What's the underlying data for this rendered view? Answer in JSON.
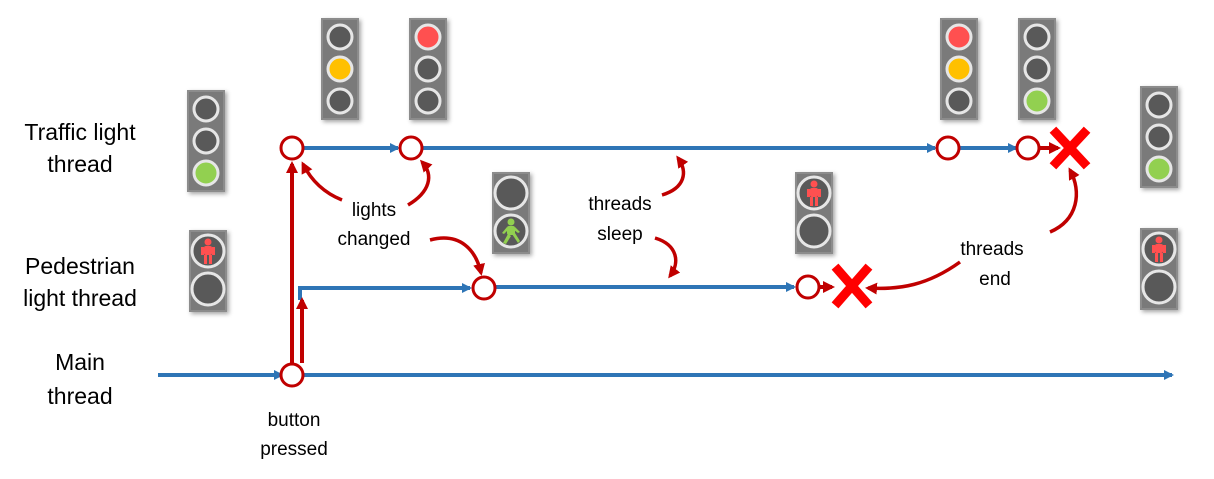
{
  "thread_labels": {
    "traffic": [
      "Traffic light",
      "thread"
    ],
    "pedestrian": [
      "Pedestrian",
      "light thread"
    ],
    "main": [
      "Main",
      "thread"
    ]
  },
  "annotations": {
    "button_pressed": [
      "button",
      "pressed"
    ],
    "lights_changed": [
      "lights",
      "changed"
    ],
    "threads_sleep": [
      "threads",
      "sleep"
    ],
    "threads_end": [
      "threads",
      "end"
    ]
  },
  "traffic_light_states": [
    {
      "lit": "green"
    },
    {
      "lit": "amber"
    },
    {
      "lit": "red"
    },
    {
      "lit": "red+amber"
    },
    {
      "lit": "green"
    },
    {
      "lit": "green"
    }
  ],
  "pedestrian_light_states": [
    {
      "lit": "red"
    },
    {
      "lit": "green"
    },
    {
      "lit": "red"
    },
    {
      "lit": "red"
    }
  ],
  "events": {
    "thread_ends": 2
  },
  "colors": {
    "timeline": "#2e75b6",
    "event": "#c00000",
    "end_cross": "#ff0000",
    "lamp_red": "#ff5050",
    "lamp_amber": "#ffc000",
    "lamp_green": "#92d050",
    "lamp_off": "#595959",
    "housing": "#8c8c8c"
  }
}
